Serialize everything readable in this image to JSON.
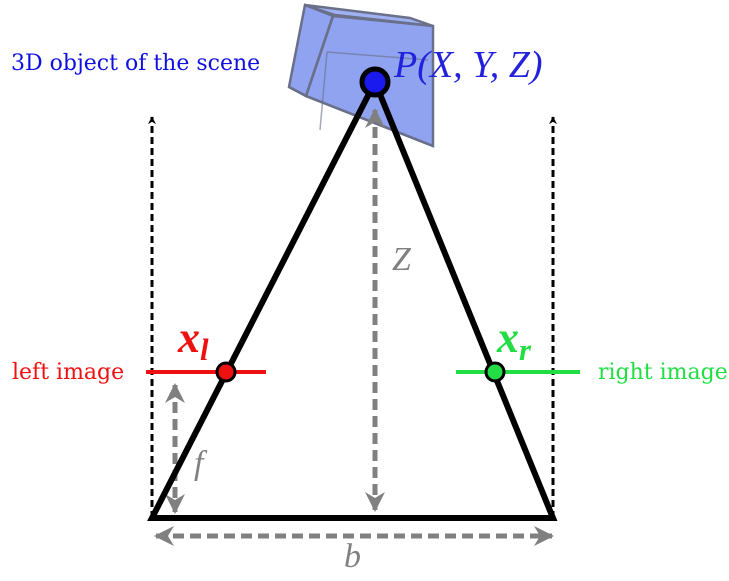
{
  "labels": {
    "scene_object": "3D object of the scene",
    "point": "P(X, Y, Z)",
    "depth": "Z",
    "left_image": "left image",
    "right_image": "right image",
    "left_point_main": "x",
    "left_point_sub": "l",
    "right_point_main": "x",
    "right_point_sub": "r",
    "focal_length": "f",
    "baseline": "b"
  },
  "colors": {
    "scene_label": "#1010e0",
    "point_label": "#2222dd",
    "point_fill": "#1a1aee",
    "cube_fill": "#7b93ee",
    "cube_edge": "#6a6f8a",
    "left": "#ee1111",
    "right": "#22dd44",
    "measure": "#808080",
    "line": "#000000"
  },
  "icons": {
    "scene_object": "cube-icon",
    "arrow_heads": "arrowhead-icon"
  }
}
